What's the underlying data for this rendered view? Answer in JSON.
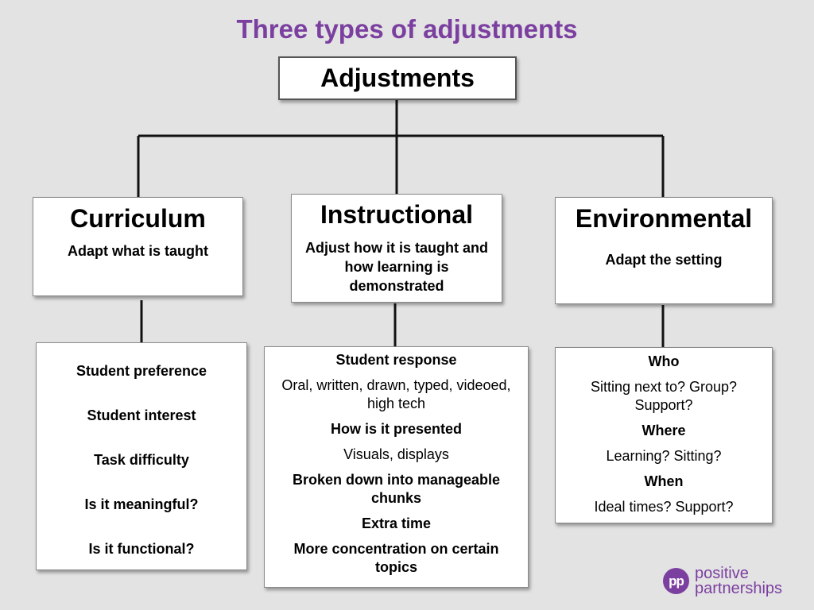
{
  "title": "Three types of adjustments",
  "root": "Adjustments",
  "categories": [
    {
      "title": "Curriculum",
      "subtitle": "Adapt what is taught"
    },
    {
      "title": "Instructional",
      "subtitle": "Adjust how it is taught and how learning is demonstrated"
    },
    {
      "title": "Environmental",
      "subtitle": "Adapt the setting"
    }
  ],
  "curriculum_details": [
    "Student preference",
    "Student interest",
    "Task difficulty",
    "Is it meaningful?",
    "Is it functional?"
  ],
  "instructional_details": [
    {
      "text": "Student response",
      "bold": true
    },
    {
      "text": "Oral, written, drawn, typed, videoed, high tech",
      "bold": false
    },
    {
      "text": "How is it presented",
      "bold": true
    },
    {
      "text": "Visuals, displays",
      "bold": false
    },
    {
      "text": "Broken down into manageable chunks",
      "bold": true
    },
    {
      "text": "Extra time",
      "bold": true
    },
    {
      "text": "More concentration on certain topics",
      "bold": true
    }
  ],
  "environmental_details": [
    {
      "text": "Who",
      "bold": true
    },
    {
      "text": "Sitting next to? Group? Support?",
      "bold": false
    },
    {
      "text": "Where",
      "bold": true
    },
    {
      "text": "Learning? Sitting?",
      "bold": false
    },
    {
      "text": "When",
      "bold": true
    },
    {
      "text": "Ideal times? Support?",
      "bold": false
    }
  ],
  "logo": {
    "mark": "pp",
    "line1": "positive",
    "line2": "partnerships"
  },
  "colors": {
    "accent": "#7b3fa0",
    "background": "#e3e3e3"
  }
}
